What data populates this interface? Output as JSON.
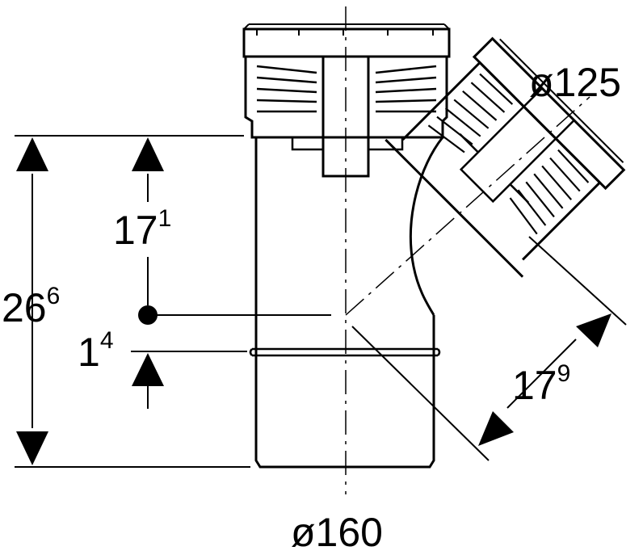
{
  "dimensions": {
    "overall_height": {
      "main": "26",
      "sup": "6"
    },
    "branch_height": {
      "main": "17",
      "sup": "1"
    },
    "offset": {
      "main": "1",
      "sup": "4"
    },
    "branch_length": {
      "main": "17",
      "sup": "9"
    },
    "branch_diameter": "ø125",
    "main_diameter": "ø160"
  },
  "colors": {
    "line": "#000000",
    "background": "#ffffff"
  }
}
